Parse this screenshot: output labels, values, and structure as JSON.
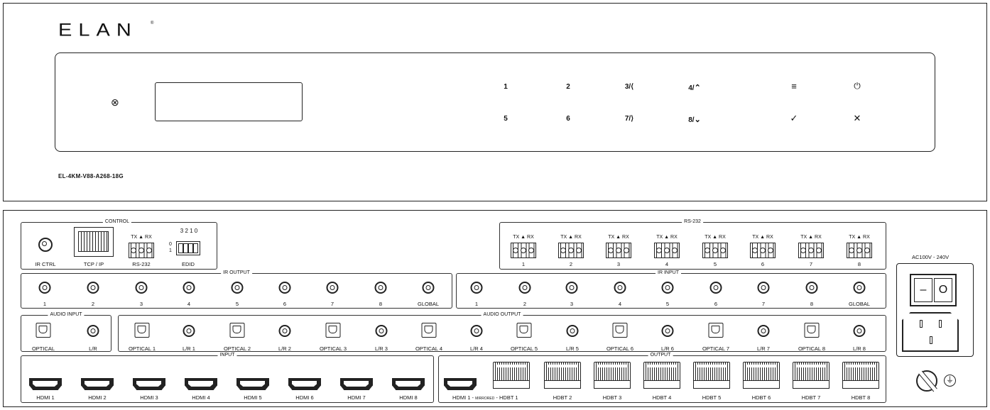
{
  "front": {
    "logo": "ELAN",
    "logo_reg": "®",
    "model": "EL-4KM-V88-A268-18G",
    "ir_icon": "ir-sensor-icon",
    "buttons_row1": [
      "1",
      "2",
      "3/",
      "4/"
    ],
    "buttons_row2": [
      "5",
      "6",
      "7/",
      "8/"
    ],
    "icons_row1": [
      "chevron-left-icon",
      "chevron-up-icon",
      "menu-icon",
      "power-icon"
    ],
    "icons_row2": [
      "chevron-right-icon",
      "chevron-down-icon",
      "check-icon",
      "close-icon"
    ]
  },
  "rear": {
    "control": {
      "title": "CONTROL",
      "ir_ctrl": "IR CTRL",
      "tcp_ip": "TCP / IP",
      "rs232": "RS-232",
      "edid": "EDID",
      "edid_bits": "3 2 1 0",
      "edid_switch_states": [
        "0",
        "1"
      ],
      "txrx": "TX",
      "rx": "RX"
    },
    "rs232": {
      "title": "RS-232",
      "ports": [
        "1",
        "2",
        "3",
        "4",
        "5",
        "6",
        "7",
        "8"
      ],
      "tx": "TX",
      "rx": "RX"
    },
    "ir_output": {
      "title": "IR OUTPUT",
      "ports": [
        "1",
        "2",
        "3",
        "4",
        "5",
        "6",
        "7",
        "8",
        "GLOBAL"
      ]
    },
    "ir_input": {
      "title": "IR INPUT",
      "ports": [
        "1",
        "2",
        "3",
        "4",
        "5",
        "6",
        "7",
        "8",
        "GLOBAL"
      ]
    },
    "audio_input": {
      "title": "AUDIO INPUT",
      "ports": [
        "OPTICAL",
        "L/R"
      ]
    },
    "audio_output": {
      "title": "AUDIO OUTPUT",
      "ports": [
        "OPTICAL 1",
        "L/R 1",
        "OPTICAL 2",
        "L/R 2",
        "OPTICAL 3",
        "L/R 3",
        "OPTICAL 4",
        "L/R 4",
        "OPTICAL 5",
        "L/R 5",
        "OPTICAL 6",
        "L/R 6",
        "OPTICAL 7",
        "L/R 7",
        "OPTICAL 8",
        "L/R 8"
      ]
    },
    "input": {
      "title": "INPUT",
      "ports": [
        "HDMI 1",
        "HDMI 2",
        "HDMI 3",
        "HDMI 4",
        "HDMI 5",
        "HDMI 6",
        "HDMI 7",
        "HDMI 8"
      ]
    },
    "output": {
      "title": "OUTPUT",
      "hdmi_label": "HDMI 1 -",
      "mirrored": "MIRRORED",
      "hdbt1_label": "- HDBT 1",
      "ports": [
        "HDBT 2",
        "HDBT 3",
        "HDBT 4",
        "HDBT 5",
        "HDBT 6",
        "HDBT 7",
        "HDBT 8"
      ]
    },
    "power": {
      "voltage": "AC100V - 240V",
      "switch_off": "–",
      "switch_on": "O",
      "ground": "⏚"
    }
  }
}
